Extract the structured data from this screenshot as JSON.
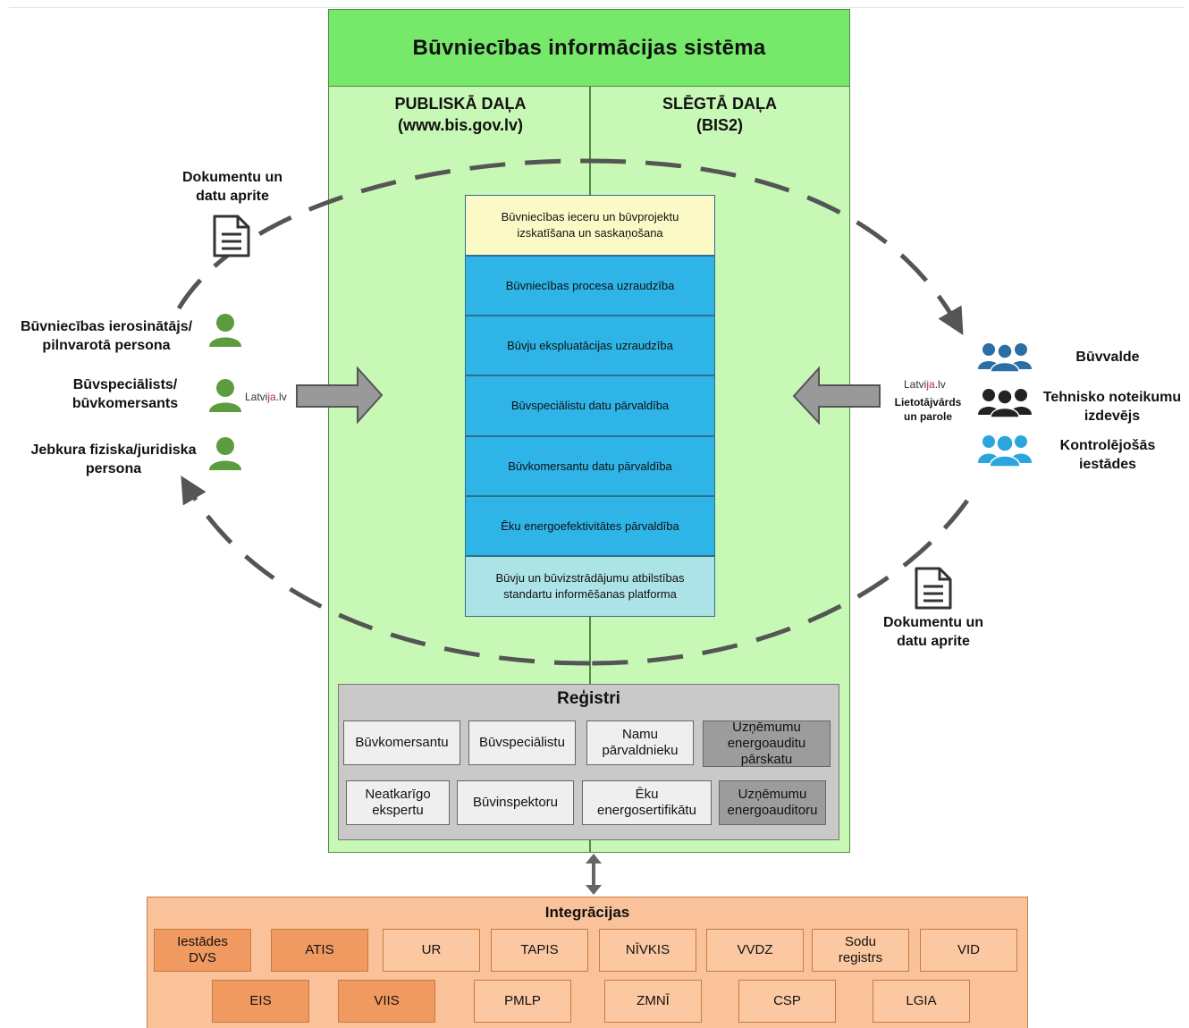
{
  "title": "Būvniecības informācijas sistēma",
  "public_part": {
    "line1": "PUBLISKĀ DAĻA",
    "line2": "(www.bis.gov.lv)"
  },
  "closed_part": {
    "line1": "SLĒGTĀ DAĻA",
    "line2": "(BIS2)"
  },
  "modules": [
    "Būvniecības ieceru un būvprojektu izskatīšana un saskaņošana",
    "Būvniecības procesa uzraudzība",
    "Būvju ekspluatācijas uzraudzība",
    "Būvspeciālistu datu pārvaldība",
    "Būvkomersantu datu pārvaldība",
    "Ēku energoefektivitātes pārvaldība",
    "Būvju un būvizstrādājumu atbilstības standartu informēšanas platforma"
  ],
  "registries": {
    "title": "Reģistri",
    "row1": [
      "Būvkomersantu",
      "Būvspeciālistu",
      "Namu pārvaldnieku",
      "Uzņēmumu energoauditu pārskatu"
    ],
    "row2": [
      "Neatkarīgo ekspertu",
      "Būvinspektoru",
      "Ēku energosertifikātu",
      "Uzņēmumu energoauditoru"
    ]
  },
  "integrations": {
    "title": "Integrācijas",
    "row1": [
      "Iestādes DVS",
      "ATIS",
      "UR",
      "TAPIS",
      "NĪVKIS",
      "VVDZ",
      "Sodu registrs",
      "VID"
    ],
    "row2": [
      "EIS",
      "VIIS",
      "PMLP",
      "ZMNĪ",
      "CSP",
      "LGIA"
    ]
  },
  "left": {
    "doc_flow": [
      "Dokumentu un",
      "datu aprite"
    ],
    "actors": [
      [
        "Būvniecības ierosinātājs/",
        "pilnvarotā persona"
      ],
      [
        "Būvspeciālists/",
        "būvkomersants"
      ],
      [
        "Jebkura fiziska/juridiska",
        "persona"
      ]
    ],
    "latvija": {
      "a": "Latvi",
      "b": "ja",
      "c": ".lv"
    }
  },
  "right": {
    "doc_flow": [
      "Dokumentu un",
      "datu aprite"
    ],
    "latvija": {
      "a": "Latvi",
      "b": "ja",
      "c": ".lv"
    },
    "login": [
      "Lietotājvārds",
      "un parole"
    ],
    "actors": [
      [
        "Būvvalde"
      ],
      [
        "Tehnisko noteikumu",
        "izdevējs"
      ],
      [
        "Kontrolējošās",
        "iestādes"
      ]
    ]
  },
  "colors": {
    "system_bg": "#c7f8b5",
    "title_bg": "#77e96a",
    "module_yellow": "#fbfac7",
    "module_blue": "#2fb4e8",
    "module_teal": "#ace3e6",
    "person_green": "#5c9c3e",
    "group_blue": "#2a6ea4",
    "group_black": "#222222",
    "group_light_blue": "#2aa6dd"
  }
}
